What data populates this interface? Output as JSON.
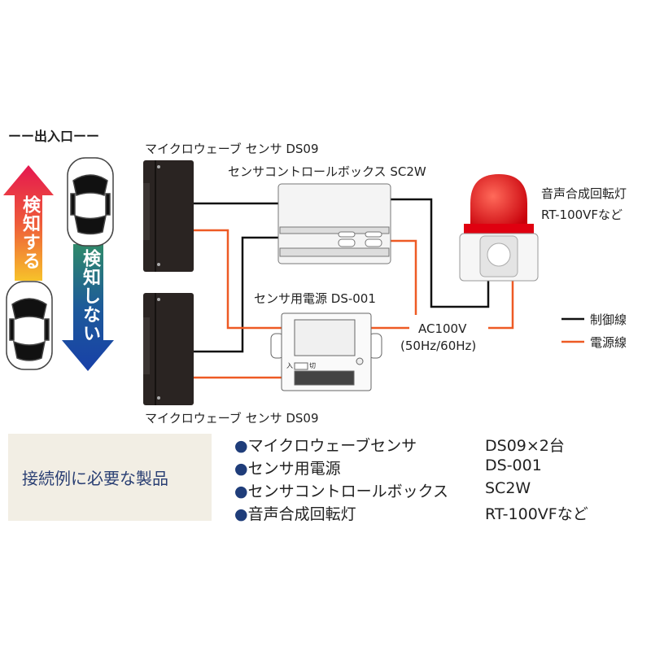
{
  "entrance_title": "ーー出入口ーー",
  "arrow_detect": "検知する",
  "arrow_no_detect": "検知しない",
  "sensor_top_label": "マイクロウェーブ センサ DS09",
  "sensor_bottom_label": "マイクロウェーブ センサ DS09",
  "control_box_label": "センサコントロールボックス SC2W",
  "power_label": "センサ用電源 DS-001",
  "power_switch": {
    "on": "入",
    "off": "切"
  },
  "ac_label": "AC100V",
  "ac_freq": "(50Hz/60Hz)",
  "lamp_label_1": "音声合成回転灯",
  "lamp_label_2": "RT-100VFなど",
  "legend": [
    {
      "label": "制御線",
      "color": "#111111"
    },
    {
      "label": "電源線",
      "color": "#ee5a24"
    }
  ],
  "products_title": "接続例に必要な製品",
  "products": [
    {
      "name": "マイクロウェーブセンサ",
      "model": "DS09×2台"
    },
    {
      "name": "センサ用電源",
      "model": "DS-001"
    },
    {
      "name": "センサコントロールボックス",
      "model": "SC2W"
    },
    {
      "name": "音声合成回転灯",
      "model": "RT-100VFなど"
    }
  ],
  "colors": {
    "control_wire": "#111111",
    "power_wire": "#ee5a24",
    "panel_bg": "#f2eee4",
    "title_blue": "#2a3f73"
  }
}
